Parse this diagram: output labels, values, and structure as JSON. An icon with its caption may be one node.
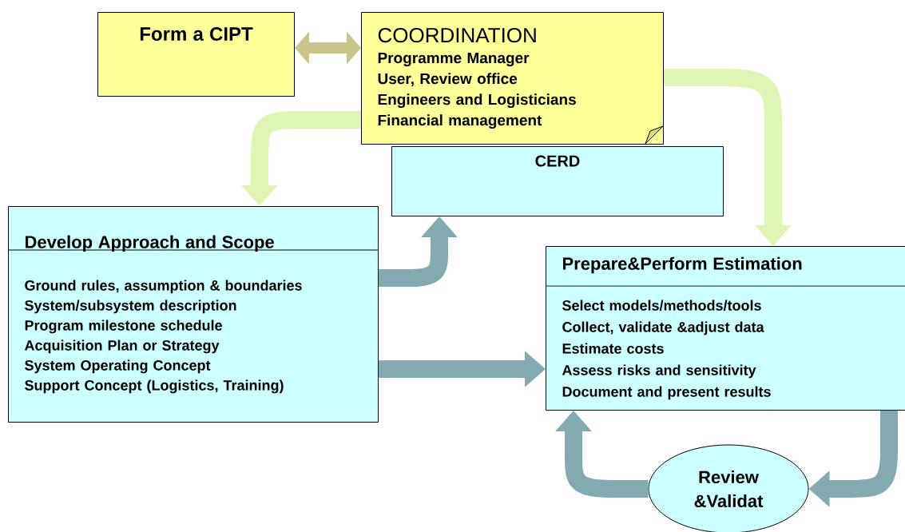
{
  "diagram": {
    "nodes": [
      {
        "text": [
          "Form a CIPT"
        ]
      },
      {
        "text": [
          "COORDINATION",
          "Programme Manager",
          "User, Review office",
          "Engineers and Logisticians",
          "Financial management"
        ]
      },
      {
        "text": [
          "CERD"
        ]
      },
      {
        "text": [
          "Develop Approach and Scope",
          "Ground rules, assumption & boundaries",
          "System/subsystem description",
          "Program milestone schedule",
          "Acquisition Plan or Strategy",
          "System Operating Concept",
          "Support Concept (Logistics, Training)"
        ]
      },
      {
        "text": [
          "Prepare&Perform Estimation",
          "Select models/methods/tools",
          "Collect, validate &adjust data",
          "Estimate costs",
          "Assess risks and sensitivity",
          "Document and present results"
        ]
      },
      {
        "text": [
          "Review &Validat"
        ]
      }
    ],
    "edges": [
      {
        "from": 0,
        "to": 1,
        "arrow": "both",
        "color": "#c9c58a"
      },
      {
        "from": 1,
        "to": 3,
        "arrow": "to",
        "color": "#def5b4"
      },
      {
        "from": 1,
        "to": 4,
        "arrow": "to",
        "color": "#def5b4"
      },
      {
        "from": 3,
        "to": 2,
        "arrow": "to"
      },
      {
        "from": 3,
        "to": 4,
        "arrow": "to"
      },
      {
        "from": 4,
        "to": 5,
        "arrow": "to"
      },
      {
        "from": 5,
        "to": 4,
        "arrow": "to"
      }
    ]
  }
}
